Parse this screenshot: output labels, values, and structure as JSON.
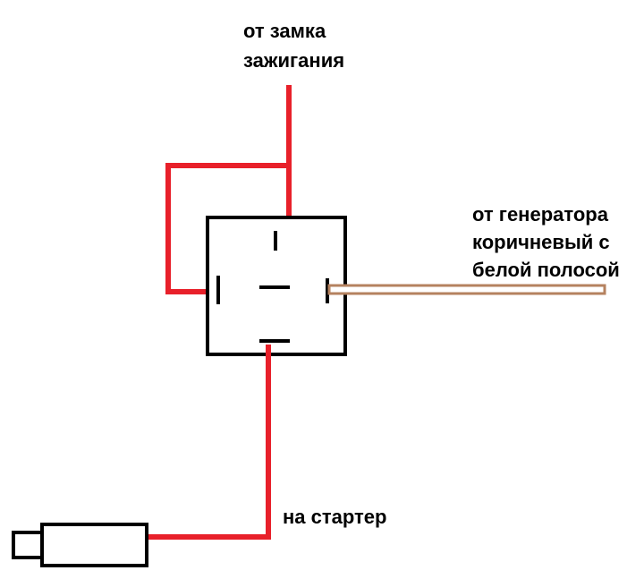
{
  "labels": {
    "ignition_line1": "от замка",
    "ignition_line2": "зажигания",
    "generator_line1": "от генератора",
    "generator_line2": "коричневый с",
    "generator_line3": "белой полосой",
    "starter": "на стартер"
  },
  "colors": {
    "red_wire": "#e8202a",
    "brown_wire": "#b5825f",
    "outline": "#000000"
  }
}
